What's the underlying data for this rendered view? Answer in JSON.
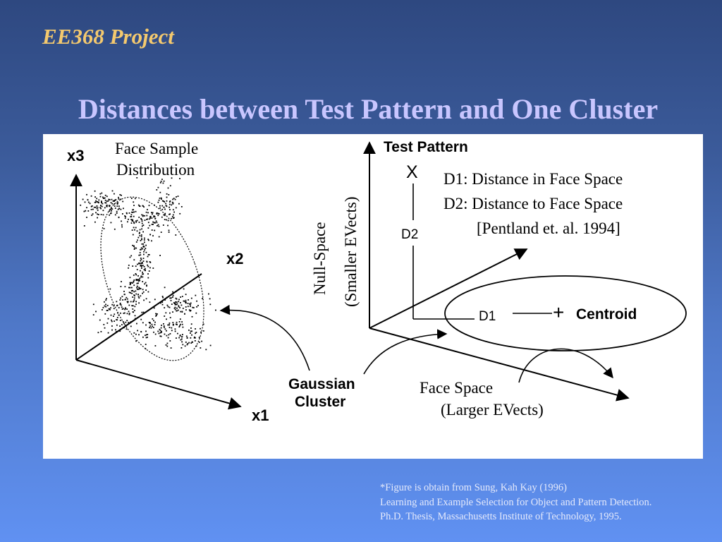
{
  "slide": {
    "course_title": "EE368 Project",
    "title": "Distances between Test Pattern and One Cluster"
  },
  "figure": {
    "left_panel": {
      "axis_x3": "x3",
      "axis_x2": "x2",
      "axis_x1": "x1",
      "distribution_label_line1": "Face Sample",
      "distribution_label_line2": "Distribution"
    },
    "shared": {
      "cluster_label_line1": "Gaussian",
      "cluster_label_line2": "Cluster"
    },
    "right_panel": {
      "test_pattern_label": "Test Pattern",
      "test_point_marker": "X",
      "d2_label": "D2",
      "d1_label": "D1",
      "centroid_marker": "+",
      "centroid_label": "Centroid",
      "null_space_line1": "Null-Space",
      "null_space_line2": "(Smaller EVects)",
      "face_space_line1": "Face Space",
      "face_space_line2": "(Larger EVects)",
      "legend_d1": "D1:  Distance in Face Space",
      "legend_d2": "D2:  Distance to Face Space",
      "legend_ref": "[Pentland  et.  al. 1994]"
    }
  },
  "caption": {
    "line1": "*Figure is obtain from  Sung, Kah Kay (1996)",
    "line2": "Learning and Example Selection for Object and Pattern Detection.",
    "line3": "Ph.D. Thesis, Massachusetts Institute of Technology, 1995."
  },
  "colors": {
    "course_title": "#f4c96e",
    "slide_title": "#c9c6ff",
    "caption": "#e4e9fb"
  }
}
